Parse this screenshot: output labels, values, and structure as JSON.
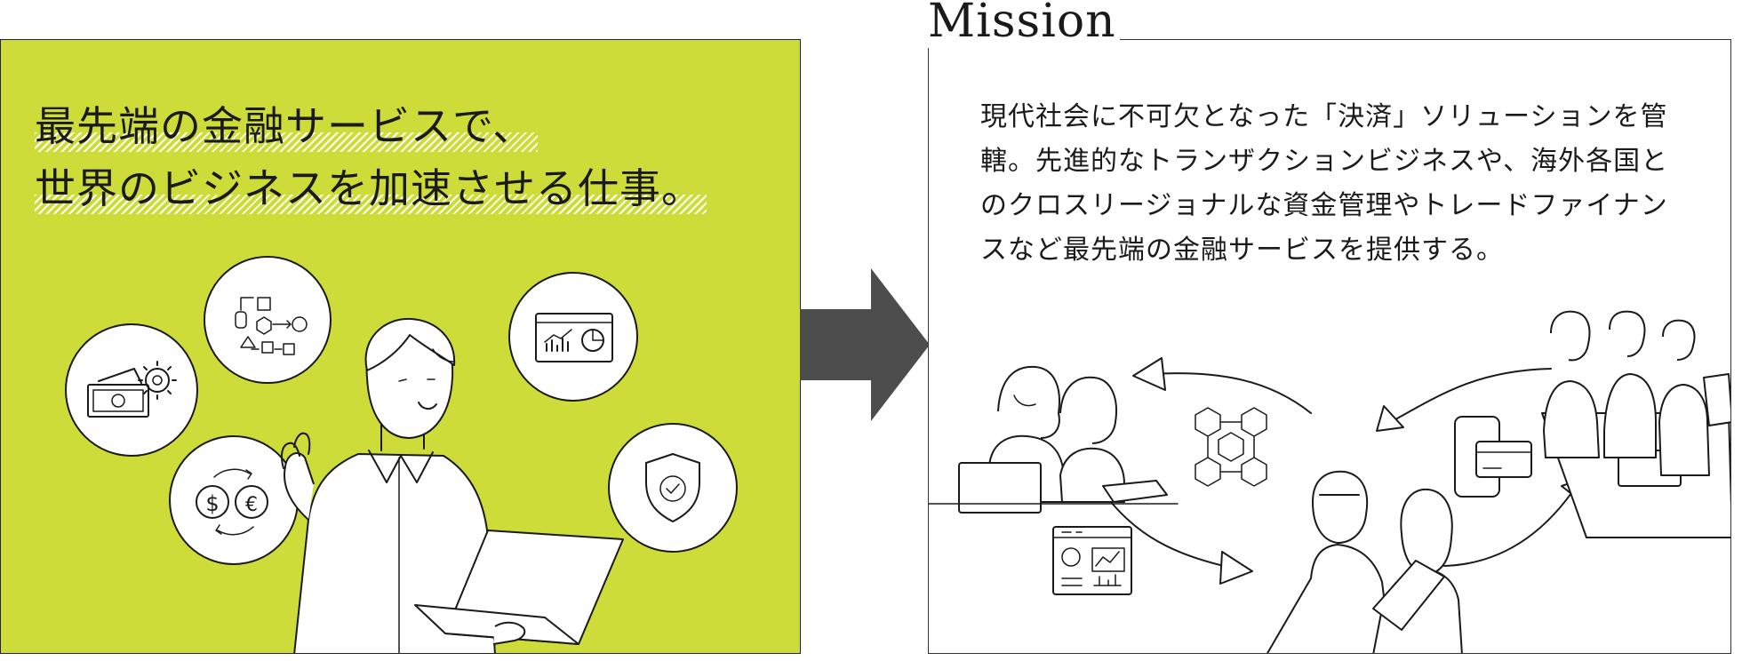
{
  "left": {
    "headline_line1": "最先端の金融サービスで、",
    "headline_line2": "世界のビジネスを加速させる仕事。",
    "background_color": "#cddc39",
    "icons": [
      "money-gear-icon",
      "flowchart-icon",
      "analytics-screen-icon",
      "currency-exchange-icon",
      "shield-check-icon"
    ]
  },
  "arrow": {
    "color": "#4d4d4d"
  },
  "mission": {
    "label": "Mission",
    "body": "現代社会に不可欠となった「決済」ソリューションを管轄。先進的なトランザクションビジネスや、海外各国とのクロスリージョナルな資金管理やトレードファイナンスなど最先端の金融サービスを提供する。"
  }
}
